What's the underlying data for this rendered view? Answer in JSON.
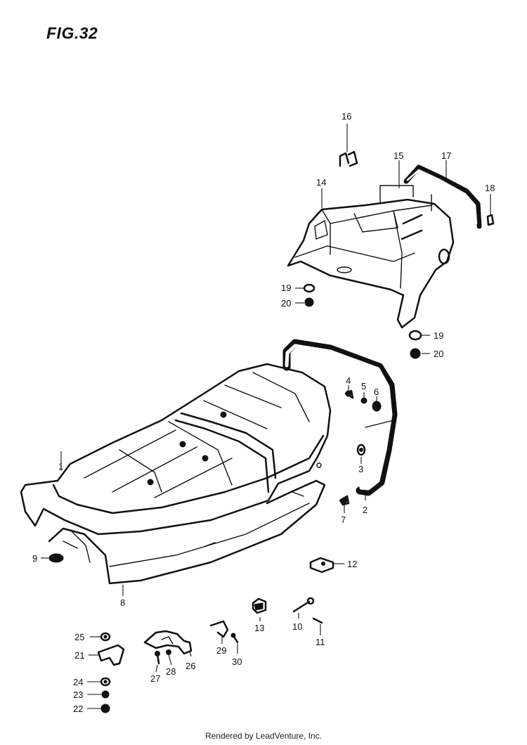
{
  "figure": {
    "title": "FIG.32"
  },
  "callouts": [
    "1",
    "2",
    "3",
    "4",
    "5",
    "6",
    "7",
    "8",
    "9",
    "10",
    "11",
    "12",
    "13",
    "14",
    "15",
    "16",
    "17",
    "18",
    "19",
    "20",
    "19",
    "20",
    "21",
    "22",
    "23",
    "24",
    "25",
    "26",
    "27",
    "28",
    "29",
    "30"
  ],
  "footer": {
    "credit": "Rendered by LeadVenture, Inc."
  }
}
